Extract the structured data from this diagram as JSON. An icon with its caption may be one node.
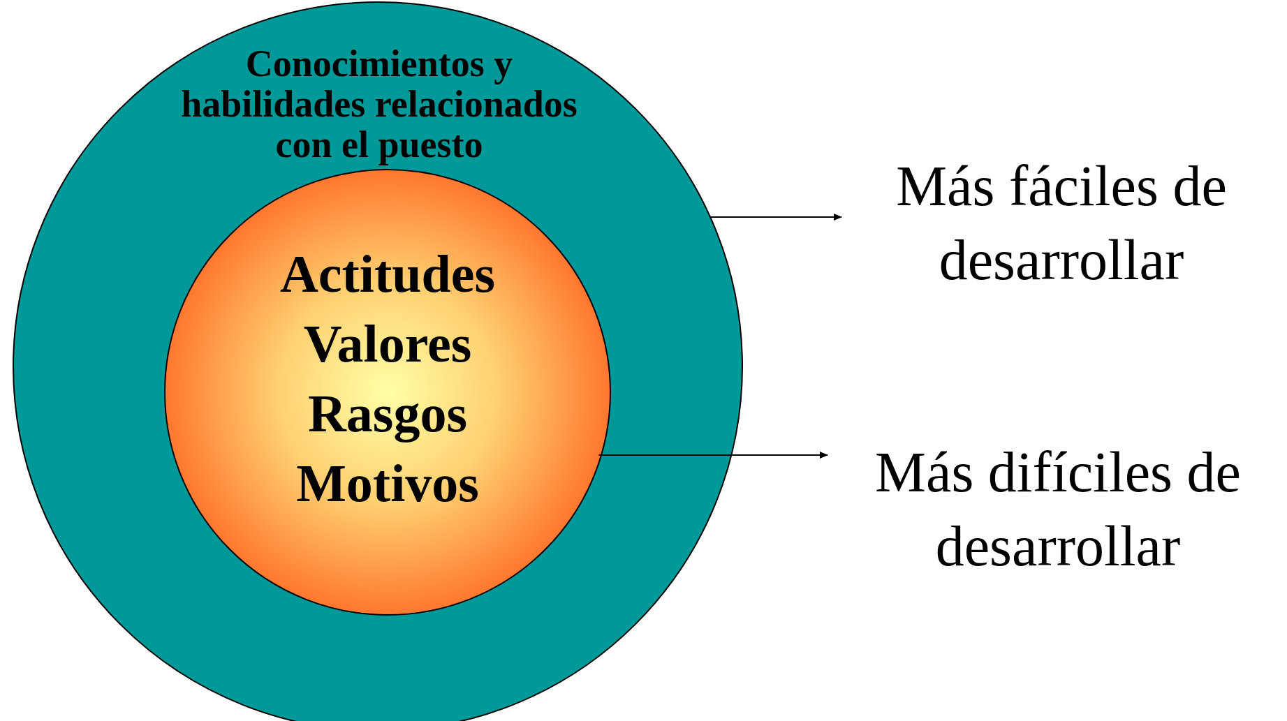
{
  "diagram": {
    "nodes": [
      {
        "text": [
          "Conocimientos y habilidades relacionados con el puesto"
        ]
      },
      {
        "text": [
          "Actitudes",
          "Valores",
          "Rasgos",
          "Motivos"
        ],
        "in": 0
      },
      {
        "text": [
          "Más fáciles de desarrollar"
        ]
      },
      {
        "text": [
          "Más difíciles de desarrollar"
        ]
      }
    ],
    "edges": [
      {
        "from": 0,
        "to": 2,
        "arrow": "to"
      },
      {
        "from": 1,
        "to": 3,
        "arrow": "to"
      }
    ]
  }
}
